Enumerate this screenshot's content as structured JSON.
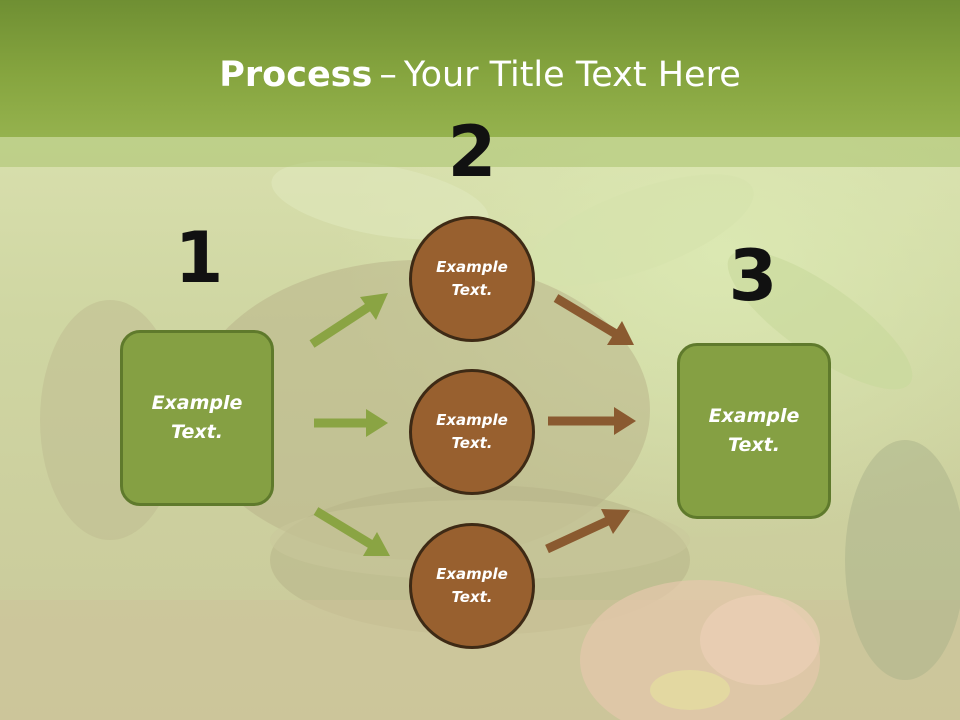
{
  "slide": {
    "title_bold": "Process",
    "title_separator": "–",
    "title_rest": "Your Title Text Here"
  },
  "steps": [
    {
      "number": "1",
      "label": "Example\nText."
    },
    {
      "number": "2",
      "label": ""
    },
    {
      "number": "3",
      "label": "Example\nText."
    }
  ],
  "circles": [
    {
      "label": "Example\nText."
    },
    {
      "label": "Example\nText."
    },
    {
      "label": "Example\nText."
    }
  ],
  "colors": {
    "header_green": "#86a53f",
    "box_green": "#85a043",
    "circle_brown": "#98602f",
    "arrow_green": "#8aa443",
    "arrow_brown": "#8a5a30"
  }
}
